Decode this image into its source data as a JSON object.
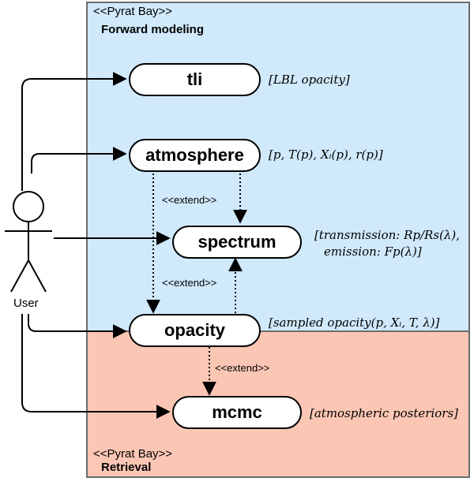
{
  "forward_panel": {
    "stereotype": "<<Pyrat Bay>>",
    "title": "Forward modeling",
    "color": "#d0e9fb"
  },
  "retrieval_panel": {
    "stereotype": "<<Pyrat Bay>>",
    "title": "Retrieval",
    "color": "#fbc6b4"
  },
  "actor": {
    "label": "User"
  },
  "use_cases": {
    "tli": "tli",
    "atmosphere": "atmosphere",
    "spectrum": "spectrum",
    "opacity": "opacity",
    "mcmc": "mcmc"
  },
  "notes": {
    "tli": "[LBL opacity]",
    "atmosphere": "[p, T(p), Xᵢ(p), r(p)]",
    "spectrum_line1": "[transmission: Rp/Rs(λ),",
    "spectrum_line2": "emission: Fp(λ)]",
    "opacity": "[sampled opacity(p, Xᵢ, T, λ)]",
    "mcmc": "[atmospheric posteriors]"
  },
  "extend_labels": {
    "atmosphere_spectrum": "<<extend>>",
    "opacity_spectrum": "<<extend>>",
    "opacity_mcmc": "<<extend>>"
  }
}
